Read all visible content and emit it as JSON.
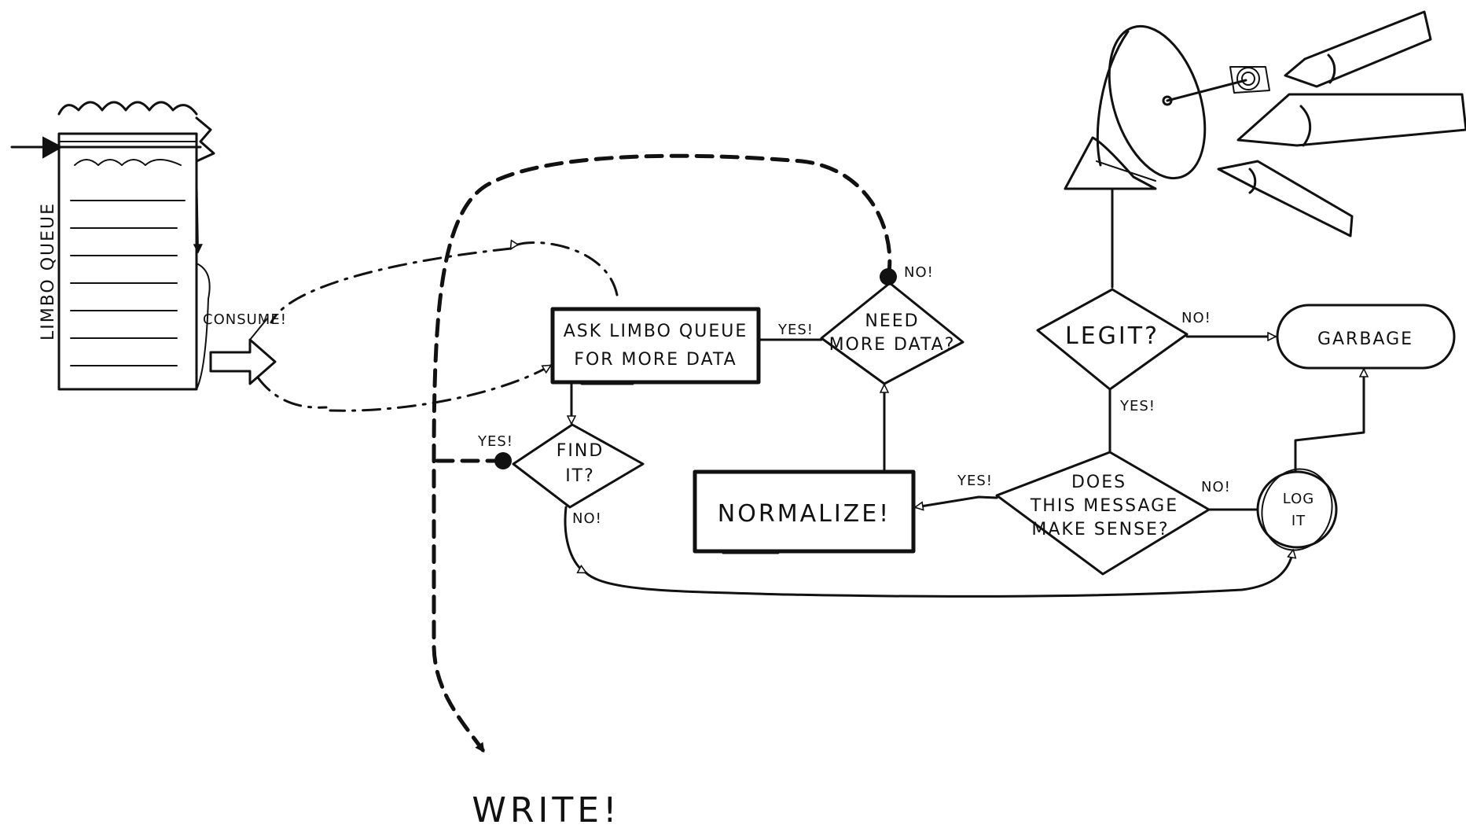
{
  "labels": {
    "limbo_queue": "LIMBO QUEUE",
    "consume": "CONSUME!",
    "ask_line1": "ASK LIMBO QUEUE",
    "ask_line2": "FOR MORE DATA",
    "need_line1": "NEED",
    "need_line2": "MORE DATA?",
    "find_line1": "FIND",
    "find_line2": "IT?",
    "legit": "LEGIT?",
    "garbage": "GARBAGE",
    "normalize": "NORMALIZE!",
    "sense_line1": "DOES",
    "sense_line2": "THIS MESSAGE",
    "sense_line3": "MAKE SENSE?",
    "log_line1": "LOG",
    "log_line2": "IT",
    "write": "WRITE!"
  },
  "edge_labels": {
    "need_to_ask": "YES!",
    "need_to_write": "NO!",
    "find_to_write": "YES!",
    "find_to_log": "NO!",
    "legit_to_garbage": "NO!",
    "legit_to_sense": "YES!",
    "sense_to_normalize": "YES!",
    "sense_to_log": "NO!"
  }
}
